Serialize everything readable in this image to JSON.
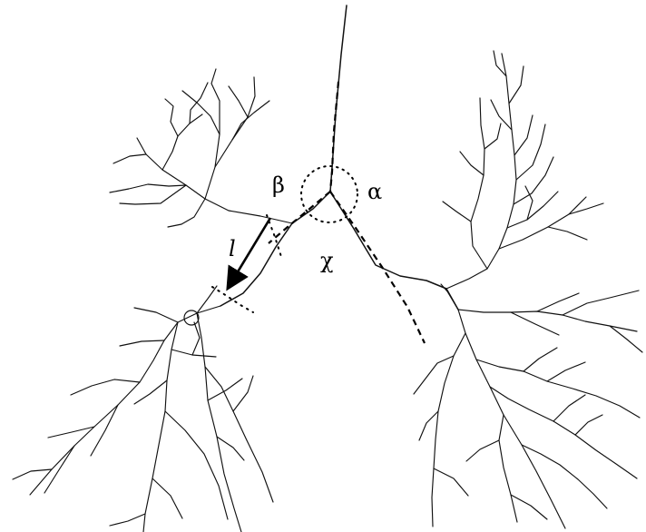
{
  "labels": {
    "alpha": "α",
    "beta": "β",
    "chi": "χ",
    "length": "l"
  }
}
